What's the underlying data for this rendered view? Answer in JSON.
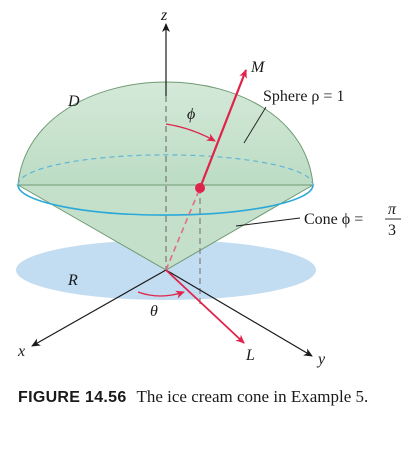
{
  "labels": {
    "z": "z",
    "M": "M",
    "D": "D",
    "phi": "ϕ",
    "sphere": "Sphere ρ = 1",
    "cone_prefix": "Cone ϕ = ",
    "cone_num": "π",
    "cone_den": "3",
    "R": "R",
    "theta": "θ",
    "x": "x",
    "L": "L",
    "y": "y"
  },
  "caption": {
    "figure": "FIGURE 14.56",
    "text": "The ice cream cone in Example 5."
  },
  "colors": {
    "solid_fill": "#c9e2cf",
    "solid_edge": "#6f9a74",
    "region_fill": "#b7d6ee",
    "rim": "#2aa8d8",
    "ray": "#e0234a",
    "axis": "#1a1a1a"
  }
}
